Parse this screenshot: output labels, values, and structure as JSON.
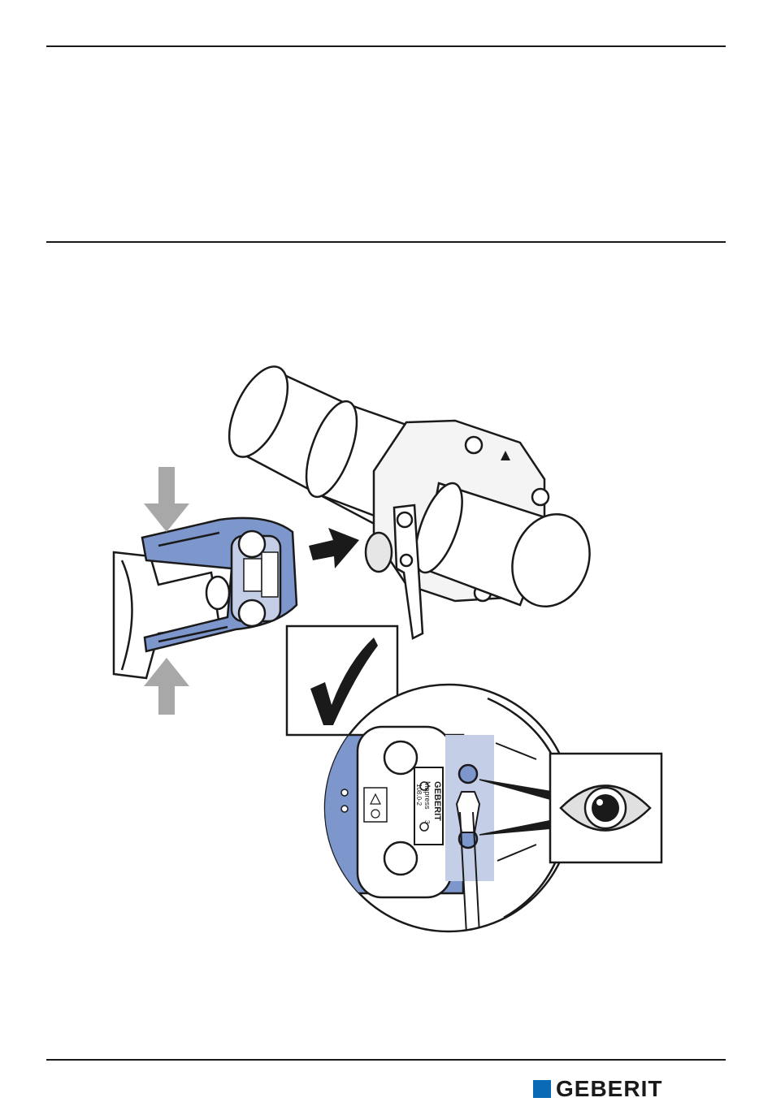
{
  "brand": {
    "name": "GEBERIT",
    "color_square": "#0a6ab5",
    "color_text": "#1a1a1a"
  },
  "illustration": {
    "tool_plate_brand": "GEBERIT",
    "tool_plate_model": "Mapress",
    "tool_plate_code": "108.0-2",
    "tool_plate_box": "3",
    "jaw_color": "#7d96cc",
    "check_icon": "checkmark-icon",
    "inspect_icon": "eye-icon",
    "press_arrows": "arrow-icon"
  }
}
